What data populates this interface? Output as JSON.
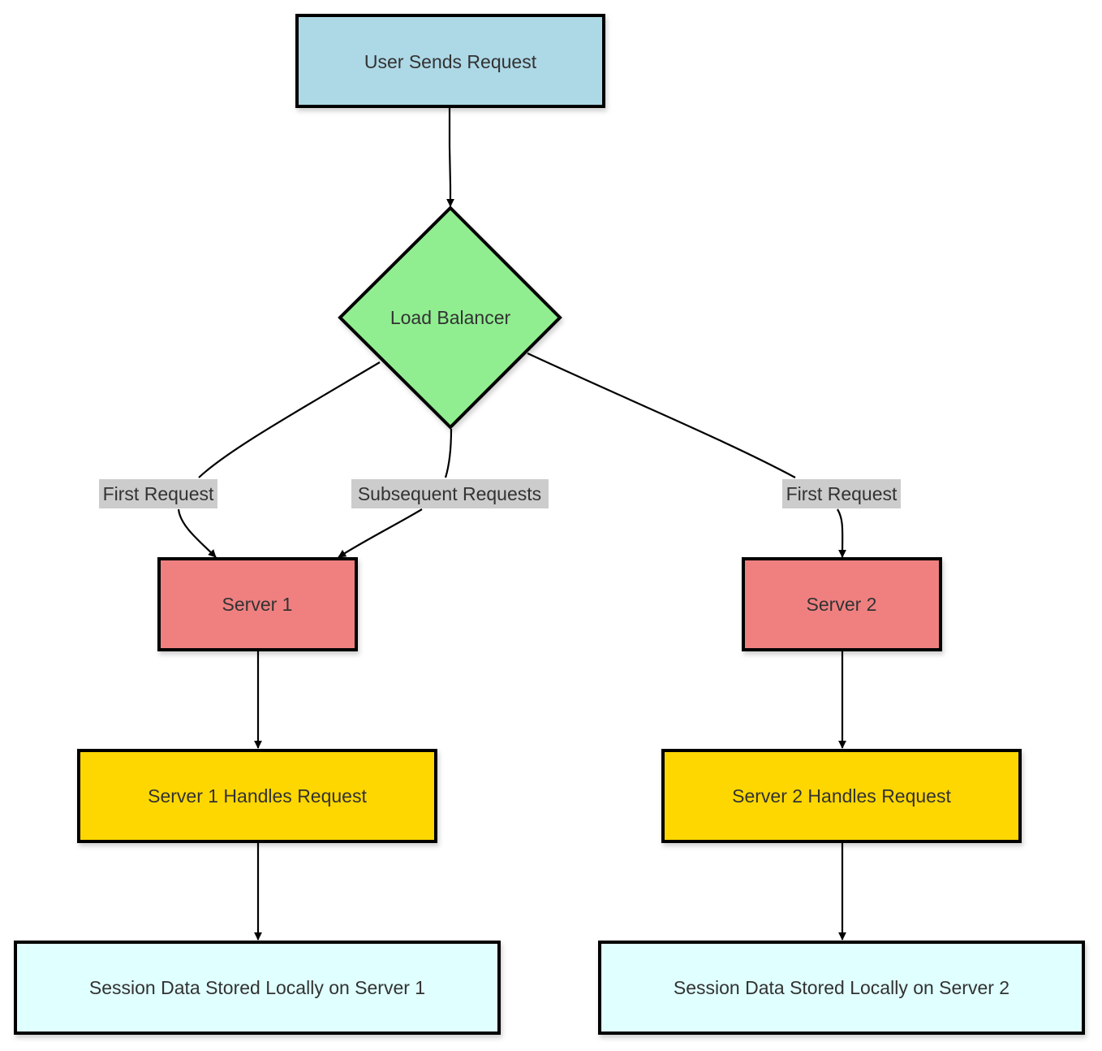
{
  "nodes": {
    "user_request": {
      "label": "User Sends Request",
      "color": "#ADD8E6"
    },
    "load_balancer": {
      "label": "Load Balancer",
      "color": "#90EE90"
    },
    "server1": {
      "label": "Server 1",
      "color": "#F08080"
    },
    "server2": {
      "label": "Server 2",
      "color": "#F08080"
    },
    "server1_handles": {
      "label": "Server 1 Handles Request",
      "color": "#FFD700"
    },
    "server2_handles": {
      "label": "Server 2 Handles Request",
      "color": "#FFD700"
    },
    "session1": {
      "label": "Session Data Stored Locally on Server 1",
      "color": "#E0FFFF"
    },
    "session2": {
      "label": "Session Data Stored Locally on Server 2",
      "color": "#E0FFFF"
    }
  },
  "edges": {
    "lb_to_server1_first": {
      "label": "First Request"
    },
    "lb_to_server1_subsequent": {
      "label": "Subsequent Requests"
    },
    "lb_to_server2_first": {
      "label": "First Request"
    }
  },
  "colors": {
    "edge_label_background": "#CCCCCC",
    "stroke": "#000000"
  }
}
